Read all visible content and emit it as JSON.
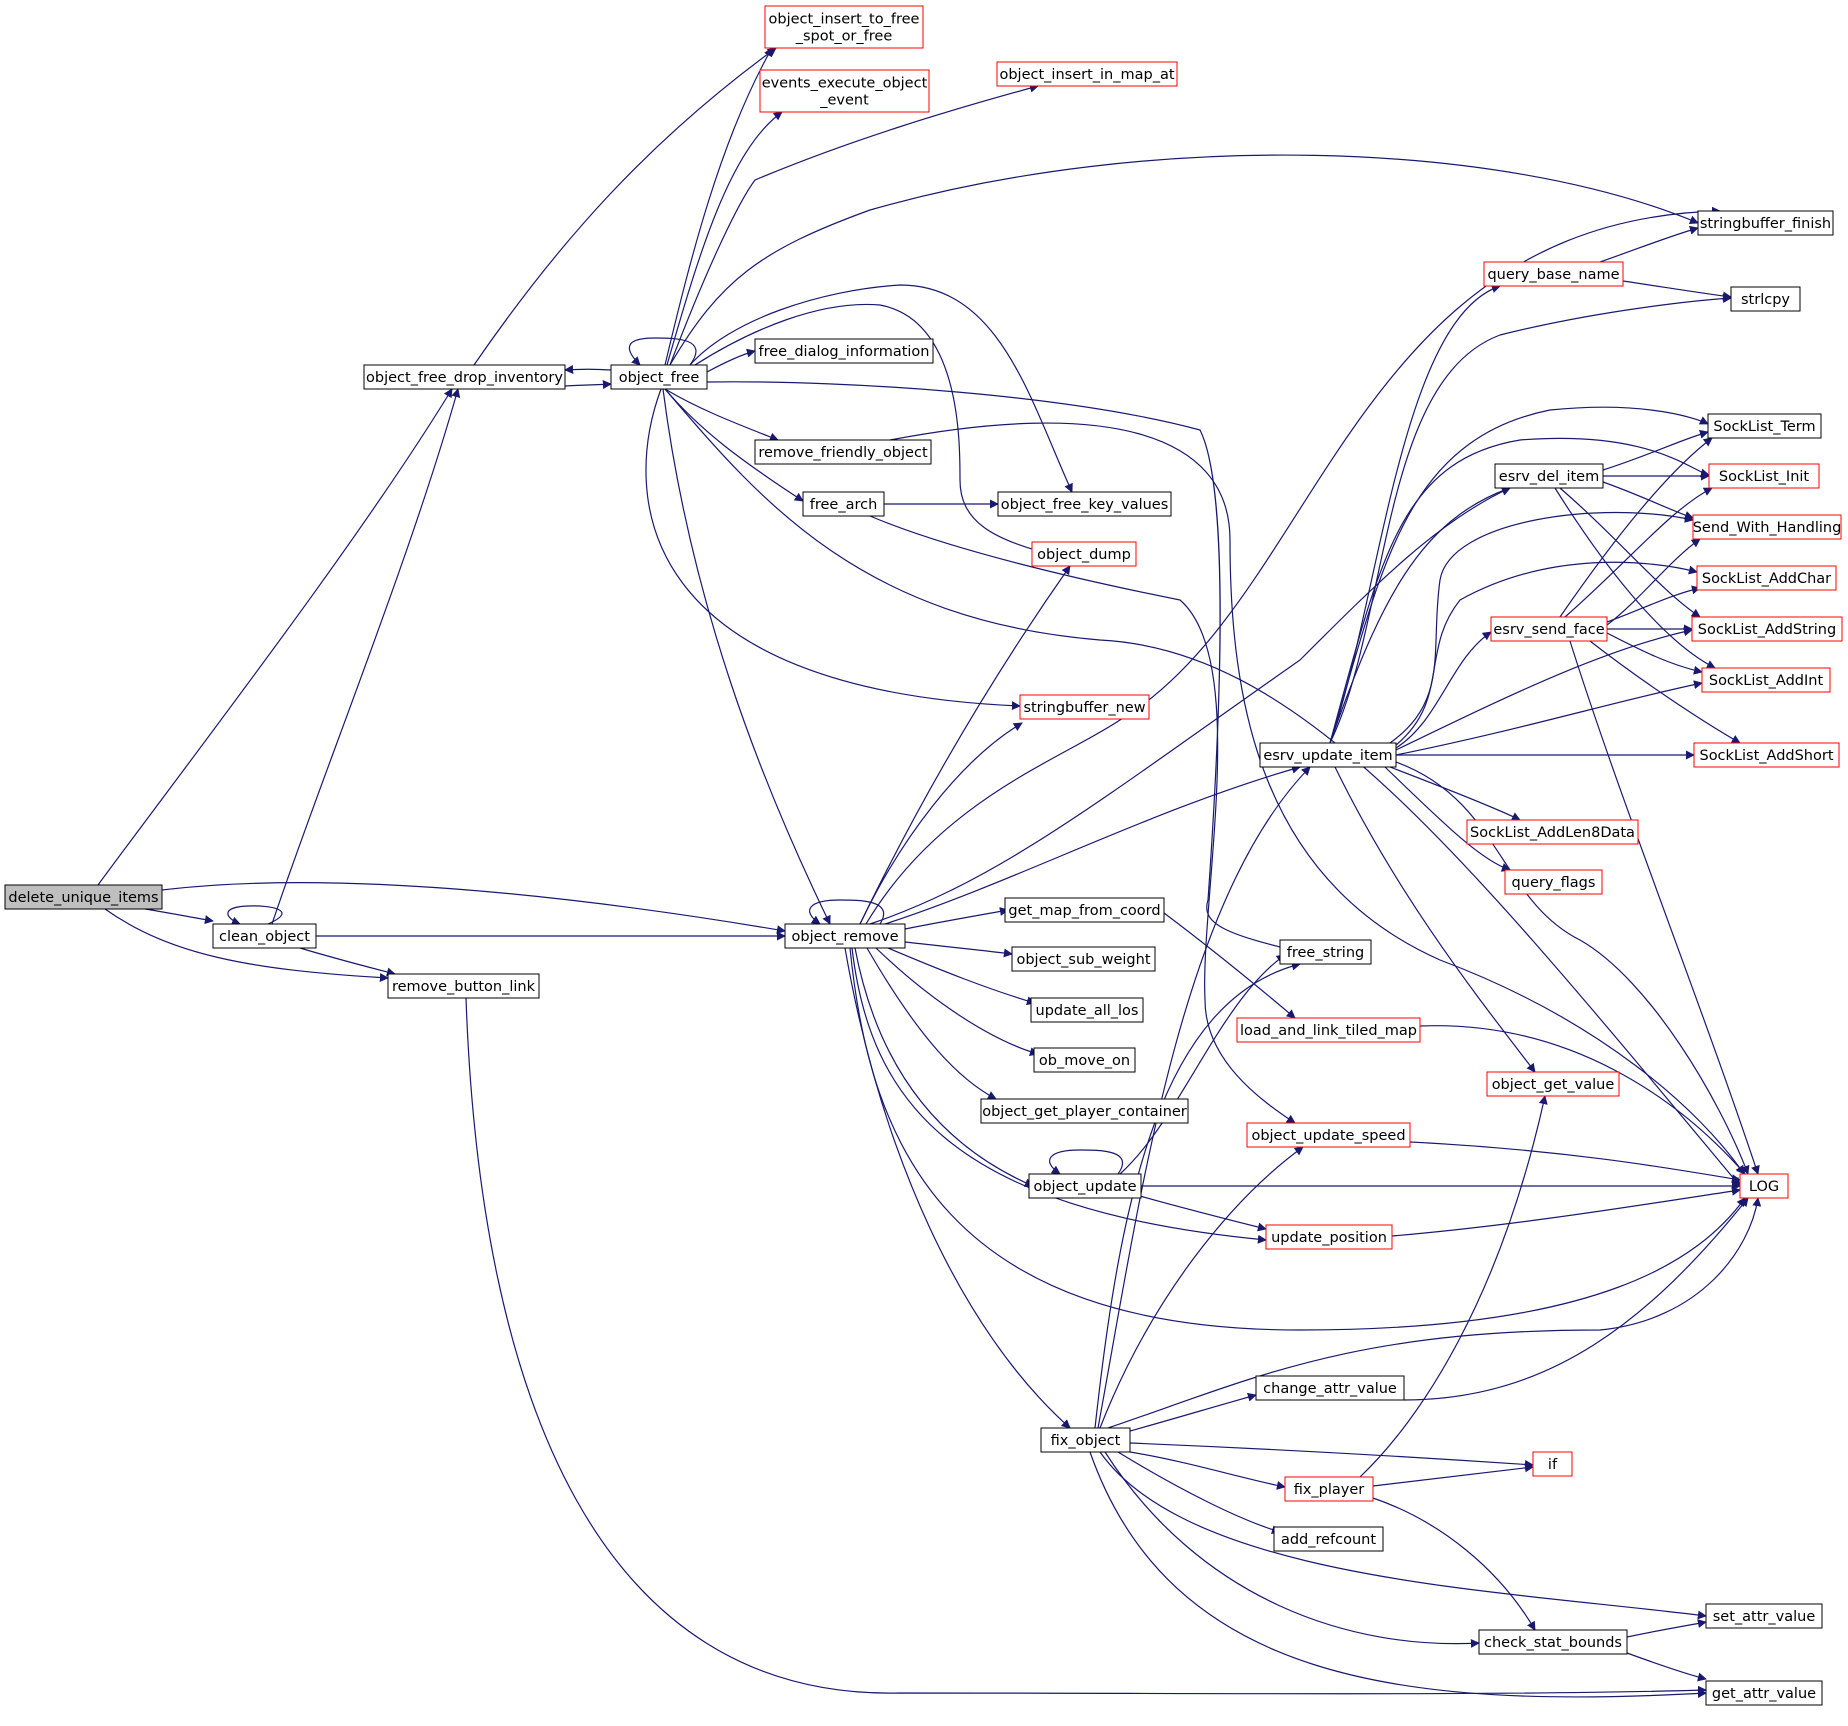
{
  "graph": {
    "colors": {
      "edge": "#191970",
      "node_border_black": "#000000",
      "node_border_red": "#ff0000",
      "focus_fill": "#bfbfbf",
      "text": "#000000",
      "background": "#ffffff"
    },
    "nodes": [
      {
        "id": "delete_unique_items",
        "label": "delete_unique_items",
        "border": "black",
        "focus": true
      },
      {
        "id": "clean_object",
        "label": "clean_object",
        "border": "black"
      },
      {
        "id": "remove_button_link",
        "label": "remove_button_link",
        "border": "black"
      },
      {
        "id": "object_free_drop_inventory",
        "label": "object_free_drop_inventory",
        "border": "black"
      },
      {
        "id": "object_free",
        "label": "object_free",
        "border": "black"
      },
      {
        "id": "object_remove",
        "label": "object_remove",
        "border": "black"
      },
      {
        "id": "object_insert_to_free_spot_or_free",
        "label": "object_insert_to_free\n_spot_or_free",
        "border": "red"
      },
      {
        "id": "events_execute_object_event",
        "label": "events_execute_object\n_event",
        "border": "red"
      },
      {
        "id": "object_insert_in_map_at",
        "label": "object_insert_in_map_at",
        "border": "red"
      },
      {
        "id": "free_dialog_information",
        "label": "free_dialog_information",
        "border": "black"
      },
      {
        "id": "remove_friendly_object",
        "label": "remove_friendly_object",
        "border": "black"
      },
      {
        "id": "free_arch",
        "label": "free_arch",
        "border": "black"
      },
      {
        "id": "object_free_key_values",
        "label": "object_free_key_values",
        "border": "black"
      },
      {
        "id": "object_dump",
        "label": "object_dump",
        "border": "red"
      },
      {
        "id": "stringbuffer_new",
        "label": "stringbuffer_new",
        "border": "red"
      },
      {
        "id": "get_map_from_coord",
        "label": "get_map_from_coord",
        "border": "black"
      },
      {
        "id": "object_sub_weight",
        "label": "object_sub_weight",
        "border": "black"
      },
      {
        "id": "update_all_los",
        "label": "update_all_los",
        "border": "black"
      },
      {
        "id": "ob_move_on",
        "label": "ob_move_on",
        "border": "black"
      },
      {
        "id": "object_get_player_container",
        "label": "object_get_player_container",
        "border": "black"
      },
      {
        "id": "object_update",
        "label": "object_update",
        "border": "black"
      },
      {
        "id": "fix_object",
        "label": "fix_object",
        "border": "black"
      },
      {
        "id": "stringbuffer_finish",
        "label": "stringbuffer_finish",
        "border": "black"
      },
      {
        "id": "query_base_name",
        "label": "query_base_name",
        "border": "red"
      },
      {
        "id": "strlcpy",
        "label": "strlcpy",
        "border": "black"
      },
      {
        "id": "sockList_term",
        "label": "SockList_Term",
        "border": "black"
      },
      {
        "id": "esrv_del_item",
        "label": "esrv_del_item",
        "border": "black"
      },
      {
        "id": "sockList_init",
        "label": "SockList_Init",
        "border": "red"
      },
      {
        "id": "send_with_handling",
        "label": "Send_With_Handling",
        "border": "red"
      },
      {
        "id": "sockList_addChar",
        "label": "SockList_AddChar",
        "border": "red"
      },
      {
        "id": "esrv_send_face",
        "label": "esrv_send_face",
        "border": "red"
      },
      {
        "id": "sockList_addString",
        "label": "SockList_AddString",
        "border": "red"
      },
      {
        "id": "sockList_addInt",
        "label": "SockList_AddInt",
        "border": "red"
      },
      {
        "id": "esrv_update_item",
        "label": "esrv_update_item",
        "border": "black"
      },
      {
        "id": "sockList_addShort",
        "label": "SockList_AddShort",
        "border": "red"
      },
      {
        "id": "sockList_addLen8Data",
        "label": "SockList_AddLen8Data",
        "border": "red"
      },
      {
        "id": "query_flags",
        "label": "query_flags",
        "border": "red"
      },
      {
        "id": "free_string",
        "label": "free_string",
        "border": "black"
      },
      {
        "id": "load_and_link_tiled_map",
        "label": "load_and_link_tiled_map",
        "border": "red"
      },
      {
        "id": "object_get_value",
        "label": "object_get_value",
        "border": "red"
      },
      {
        "id": "object_update_speed",
        "label": "object_update_speed",
        "border": "red"
      },
      {
        "id": "LOG",
        "label": "LOG",
        "border": "red"
      },
      {
        "id": "update_position",
        "label": "update_position",
        "border": "red"
      },
      {
        "id": "change_attr_value",
        "label": "change_attr_value",
        "border": "black"
      },
      {
        "id": "if",
        "label": "if",
        "border": "red"
      },
      {
        "id": "fix_player",
        "label": "fix_player",
        "border": "red"
      },
      {
        "id": "add_refcount",
        "label": "add_refcount",
        "border": "black"
      },
      {
        "id": "set_attr_value",
        "label": "set_attr_value",
        "border": "black"
      },
      {
        "id": "check_stat_bounds",
        "label": "check_stat_bounds",
        "border": "black"
      },
      {
        "id": "get_attr_value",
        "label": "get_attr_value",
        "border": "black"
      }
    ]
  }
}
